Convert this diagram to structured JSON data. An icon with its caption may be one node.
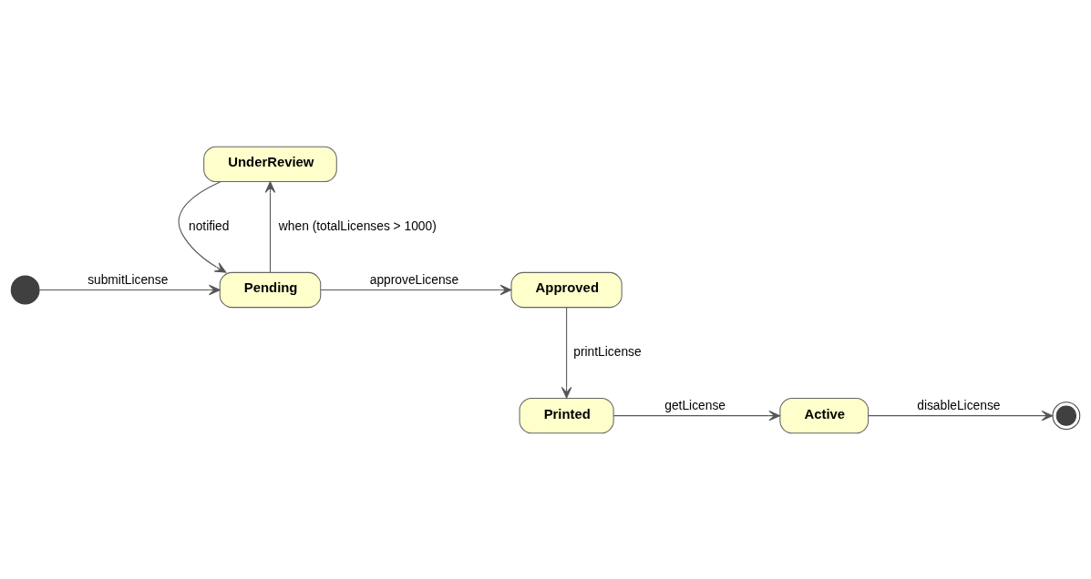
{
  "diagram": {
    "nodes": [
      {
        "text": [
          "UnderReview"
        ]
      },
      {
        "text": [],
        "shape": "circle"
      },
      {
        "text": [
          "Pending"
        ]
      },
      {
        "text": [
          "Approved"
        ]
      },
      {
        "text": [],
        "shape": "circle"
      },
      {
        "text": [
          "Active"
        ]
      },
      {
        "text": [
          "Printed"
        ]
      }
    ],
    "edges": [
      {
        "from": 1,
        "to": 2,
        "arrow": "to",
        "label": "submitLicense"
      },
      {
        "from": 0,
        "to": 2,
        "arrow": "to",
        "label": "notified"
      },
      {
        "from": 2,
        "to": 0,
        "arrow": "to",
        "label": "when (totalLicenses > 1000)"
      },
      {
        "from": 2,
        "to": 3,
        "arrow": "to",
        "label": "approveLicense"
      },
      {
        "from": 3,
        "to": 6,
        "arrow": "to",
        "label": "printLicense"
      },
      {
        "from": 6,
        "to": 5,
        "arrow": "to",
        "label": "getLicense"
      },
      {
        "from": 5,
        "to": 4,
        "arrow": "to",
        "label": "disableLicense"
      }
    ]
  }
}
